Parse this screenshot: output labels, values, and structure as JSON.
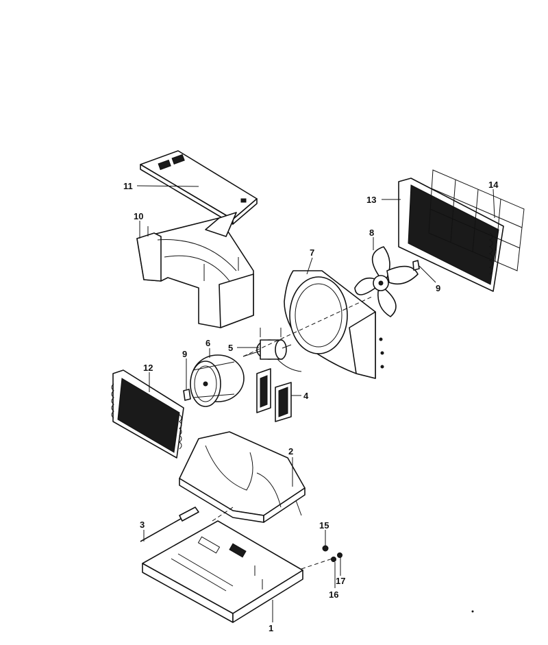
{
  "callouts": [
    {
      "id": "1",
      "label": "1"
    },
    {
      "id": "2",
      "label": "2"
    },
    {
      "id": "3",
      "label": "3"
    },
    {
      "id": "4",
      "label": "4"
    },
    {
      "id": "5",
      "label": "5"
    },
    {
      "id": "6",
      "label": "6"
    },
    {
      "id": "7",
      "label": "7"
    },
    {
      "id": "8",
      "label": "8"
    },
    {
      "id": "9a",
      "label": "9"
    },
    {
      "id": "9b",
      "label": "9"
    },
    {
      "id": "10",
      "label": "10"
    },
    {
      "id": "11",
      "label": "11"
    },
    {
      "id": "12",
      "label": "12"
    },
    {
      "id": "13",
      "label": "13"
    },
    {
      "id": "14",
      "label": "14"
    },
    {
      "id": "15",
      "label": "15"
    },
    {
      "id": "16",
      "label": "16"
    },
    {
      "id": "17",
      "label": "17"
    }
  ]
}
